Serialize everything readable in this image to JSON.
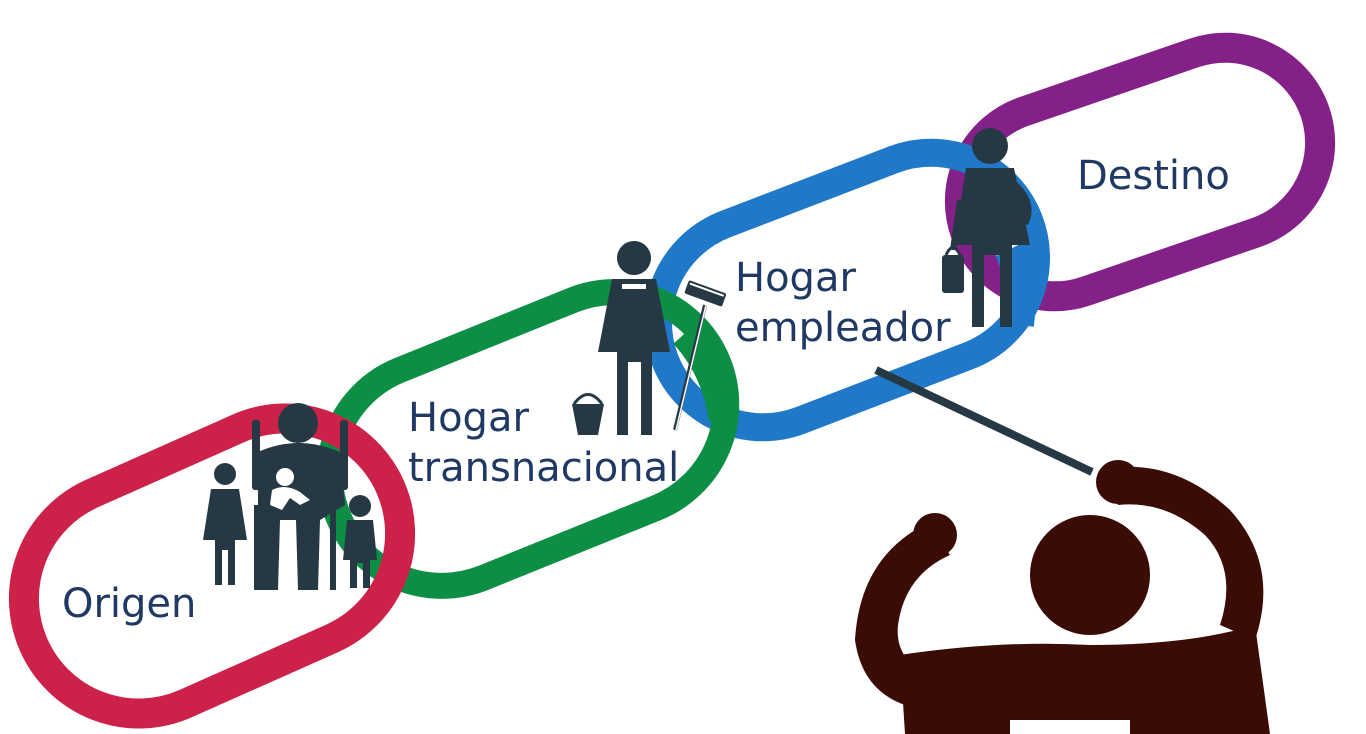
{
  "labels": {
    "origen": "Origen",
    "transnacional_line1": "Hogar",
    "transnacional_line2": "transnacional",
    "empleador_line1": "Hogar",
    "empleador_line2": "empleador",
    "destino": "Destino"
  },
  "colors": {
    "origen_link": "#cc2149",
    "transnacional_link": "#0c8f45",
    "empleador_link": "#1f78c8",
    "destino_link": "#842188",
    "icon": "#263844",
    "person": "#3a0c05",
    "text": "#1f3864"
  },
  "icons": {
    "family": "family-with-seated-woman-and-baby-icon",
    "maid": "woman-with-bucket-and-broom-icon",
    "employer": "woman-with-handbag-icon",
    "observer": "person-raising-arms-icon"
  }
}
